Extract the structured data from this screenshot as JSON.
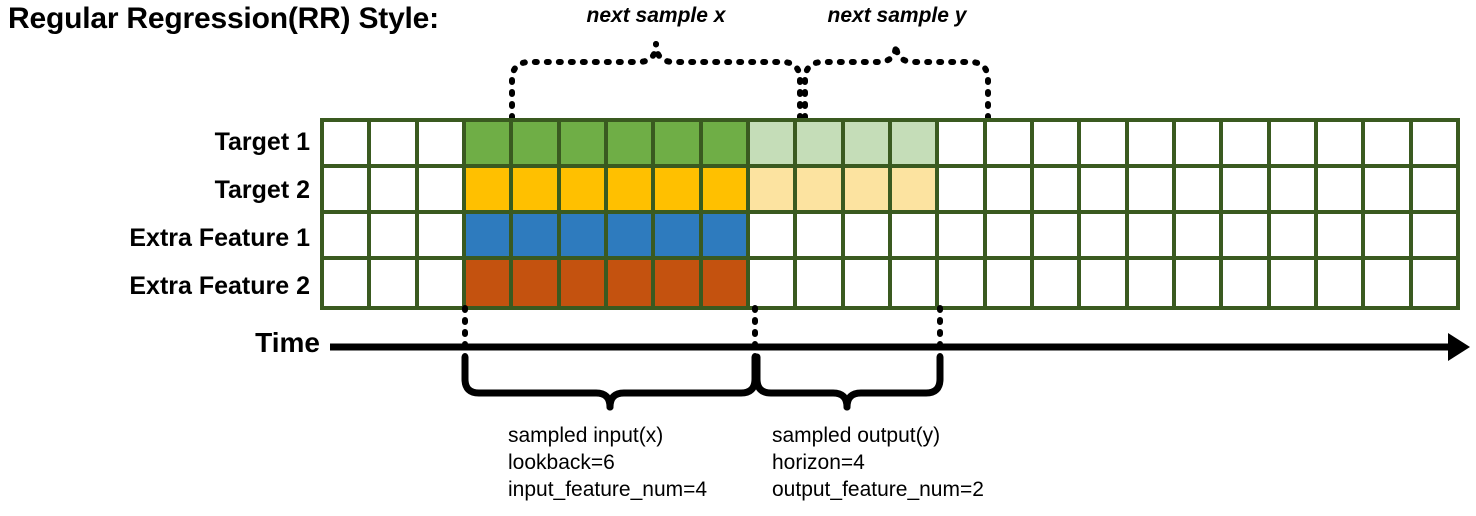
{
  "title": "Regular Regression(RR) Style:",
  "captions": {
    "next_sample_x": "next sample x",
    "next_sample_y": "next sample y"
  },
  "rows": [
    {
      "label": "Target 1",
      "fill": "#6FAE46",
      "light_fill": "#C5DDB8",
      "has_light": true
    },
    {
      "label": "Target 2",
      "fill": "#FFC000",
      "light_fill": "#FCE3A0",
      "has_light": true
    },
    {
      "label": "Extra Feature 1",
      "fill": "#2E7BBE",
      "light_fill": null,
      "has_light": false
    },
    {
      "label": "Extra Feature 2",
      "fill": "#C4520F",
      "light_fill": null,
      "has_light": false
    }
  ],
  "grid": {
    "total_columns": 24,
    "leading_blank_columns": 3,
    "input_columns": 6,
    "output_columns": 4,
    "trailing_blank_columns": 11,
    "border_color": "#3A5A20"
  },
  "axis": {
    "time_label": "Time"
  },
  "notes": {
    "input": {
      "line1": "sampled input(x)",
      "line2": "lookback=6",
      "line3": "input_feature_num=4"
    },
    "output": {
      "line1": "sampled output(y)",
      "line2": "horizon=4",
      "line3": "output_feature_num=2"
    }
  }
}
